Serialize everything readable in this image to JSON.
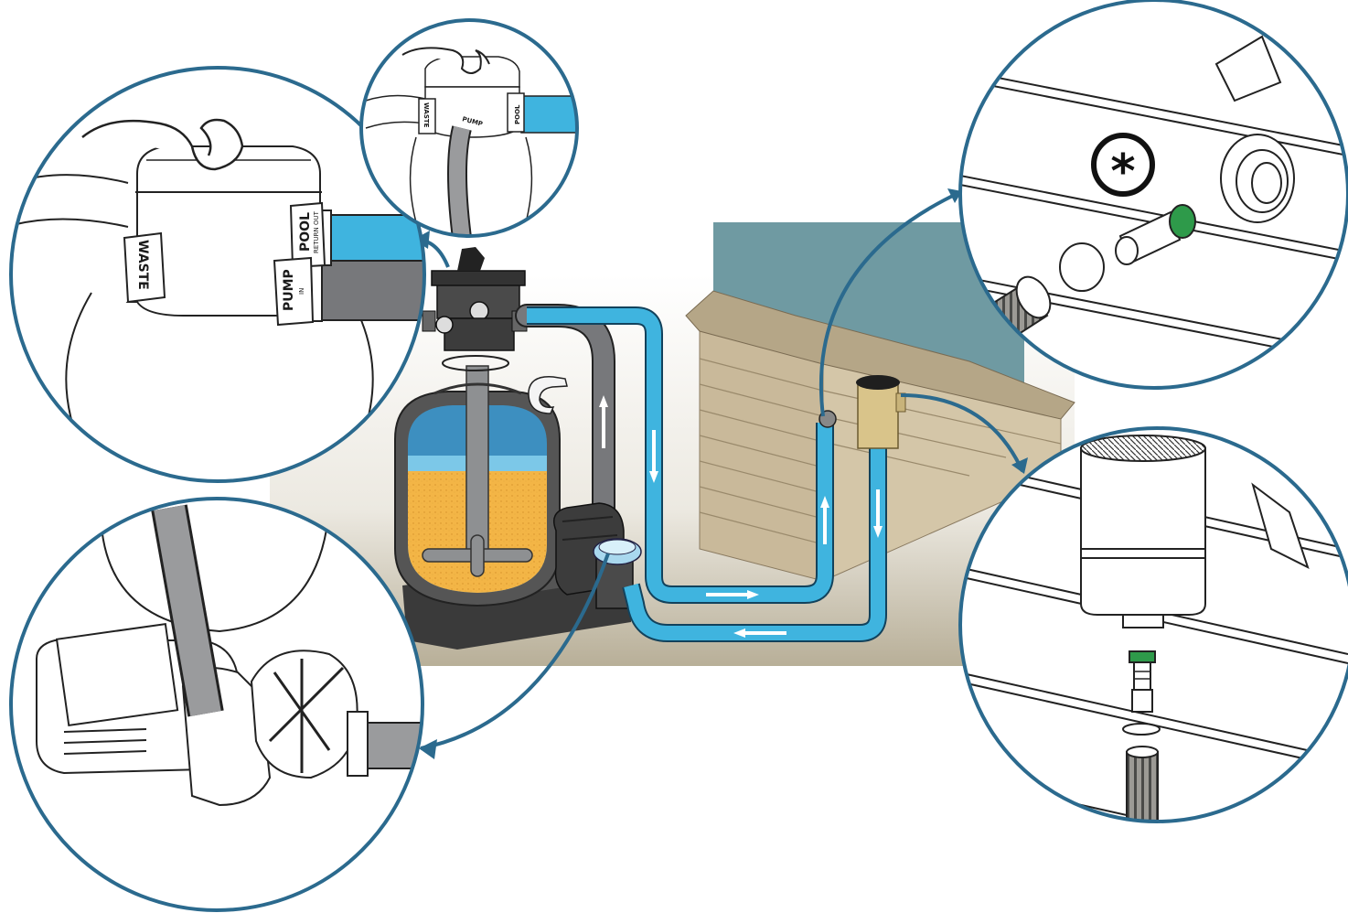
{
  "diagram": {
    "labels": {
      "waste": "WASTE",
      "pool": "POOL",
      "pool_sub": "RETURN OUT",
      "pump": "PUMP",
      "pump_sub": "IN",
      "asterisk": "*"
    }
  },
  "colors": {
    "circle_border": "#2b6a8e",
    "pipe_blue": "#3fb4df",
    "pipe_grey": "#77787b",
    "sand": "#f3b546",
    "water_tank": "#3d8fc0",
    "wood": "#c9b99a",
    "pool_water": "#6f9aa2",
    "ground": "#bdb49d",
    "green_fitting": "#2e9a4a"
  }
}
